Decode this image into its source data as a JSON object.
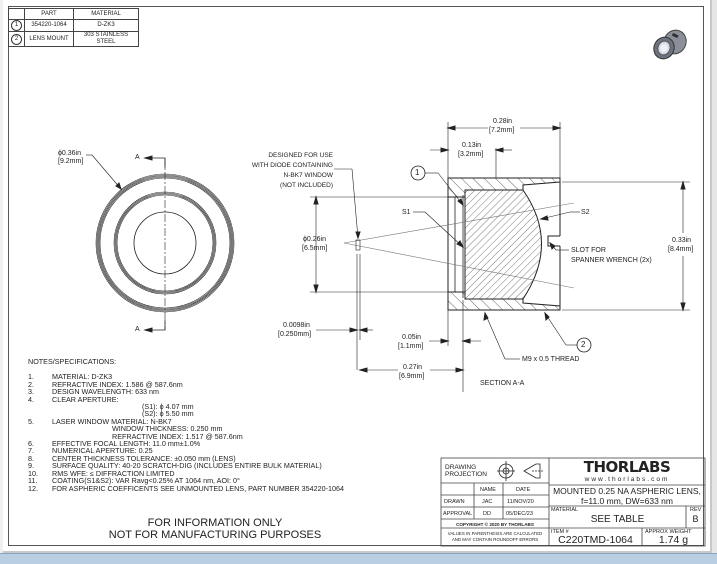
{
  "parts_table": {
    "headers": [
      "PART",
      "MATERIAL"
    ],
    "rows": [
      {
        "balloon": "1",
        "part": "354220-1064",
        "material": "D-ZK3"
      },
      {
        "balloon": "2",
        "part": "LENS MOUNT",
        "material": "303 STAINLESS STEEL"
      }
    ]
  },
  "front_view": {
    "diameter_in": "ϕ0.36in",
    "diameter_mm": "[9.2mm]",
    "section_mark_top": "A",
    "section_mark_bottom": "A"
  },
  "section_view": {
    "callout_window": [
      "DESIGNED FOR USE",
      "WITH DIODE CONTAINING",
      "N-BK7 WINDOW",
      "(NOT INCLUDED)"
    ],
    "balloon_lens": "1",
    "balloon_mount": "2",
    "label_s1": "S1",
    "label_s2": "S2",
    "dim_overall_len_in": "0.28in",
    "dim_overall_len_mm": "[7.2mm]",
    "dim_lens_pos_in": "0.13in",
    "dim_lens_pos_mm": "[3.2mm]",
    "dim_bore_in": "ϕ0.26in",
    "dim_bore_mm": "[6.5mm]",
    "dim_height_in": "0.33in",
    "dim_height_mm": "[8.4mm]",
    "dim_window_in": "0.0098in",
    "dim_window_mm": "[0.250mm]",
    "dim_flange_in": "0.05in",
    "dim_flange_mm": "[1.1mm]",
    "dim_working_in": "0.27in",
    "dim_working_mm": "[6.9mm]",
    "slot_label": [
      "SLOT FOR",
      "SPANNER WRENCH (2x)"
    ],
    "thread_label": "M9 x 0.5 THREAD",
    "section_title": "SECTION A-A"
  },
  "notes": {
    "title": "NOTES/SPECIFICATIONS:",
    "items": [
      {
        "num": "1.",
        "text": "MATERIAL: D-ZK3"
      },
      {
        "num": "2.",
        "text": "REFRACTIVE INDEX: 1.586 @ 587.6nm"
      },
      {
        "num": "3.",
        "text": "DESIGN WAVELENGTH: 633 nm"
      },
      {
        "num": "4.",
        "text": "CLEAR APERTURE:"
      },
      {
        "num": "",
        "text": "(S1): ϕ 4.07 mm",
        "sub": 1
      },
      {
        "num": "",
        "text": "(S2): ϕ 5.50 mm",
        "sub": 1
      },
      {
        "num": "5.",
        "text": "LASER WINDOW MATERIAL: N-BK7"
      },
      {
        "num": "",
        "text": "WINDOW THICKNESS: 0.250 mm",
        "sub": 2
      },
      {
        "num": "",
        "text": "REFRACTIVE INDEX: 1.517 @ 587.6nm",
        "sub": 2
      },
      {
        "num": "6.",
        "text": "EFFECTIVE FOCAL LENGTH: 11.0 mm±1.0%"
      },
      {
        "num": "7.",
        "text": "NUMERICAL APERTURE: 0.25"
      },
      {
        "num": "8.",
        "text": "CENTER THICKNESS TOLERANCE: ±0.050 mm (LENS)"
      },
      {
        "num": "9.",
        "text": "SURFACE QUALITY: 40-20 SCRATCH-DIG (INCLUDES ENTIRE BULK MATERIAL)"
      },
      {
        "num": "10.",
        "text": "RMS WFE: ≤ DIFFRACTION LIMITED"
      },
      {
        "num": "11.",
        "text": "COATING(S1&S2): VAR Ravg<0.25% AT 1064 nm, AOI: 0°"
      },
      {
        "num": "12.",
        "text": "FOR ASPHERIC COEFFICENTS SEE UNMOUNTED LENS, PART NUMBER 354220-1064"
      }
    ]
  },
  "disclaimer": [
    "FOR INFORMATION ONLY",
    "NOT FOR MANUFACTURING PURPOSES"
  ],
  "title_block": {
    "projection_label": [
      "DRAWING",
      "PROJECTION"
    ],
    "col_name": "NAME",
    "col_date": "DATE",
    "drawn_label": "DRAWN",
    "drawn_name": "JAC",
    "drawn_date": "11/NOV/20",
    "approval_label": "APPROVAL",
    "approval_name": "DD",
    "approval_date": "05/DEC/23",
    "copyright": "COPYRIGHT © 2020 BY THORLABS",
    "values_note": [
      "VALUES IN PARENTHESIS ARE CALCULATED",
      "AND MAY CONTAIN ROUNDOFF ERRORS"
    ],
    "logo": "THORLABS",
    "website": "www.thorlabs.com",
    "description": [
      "MOUNTED 0.25 NA ASPHERIC LENS,",
      "f=11.0 mm, DW=633 nm"
    ],
    "material_label": "MATERIAL",
    "material_value": "SEE TABLE",
    "rev_label": "REV",
    "rev_value": "B",
    "item_label": "ITEM #",
    "item_value": "C220TMD-1064",
    "weight_label": "APPROX WEIGHT",
    "weight_value": "1.74 g"
  },
  "colors": {
    "line": "#222222",
    "sheet": "#ffffff",
    "background": "#f0f0f0",
    "taskbar": "#b9cde3"
  }
}
